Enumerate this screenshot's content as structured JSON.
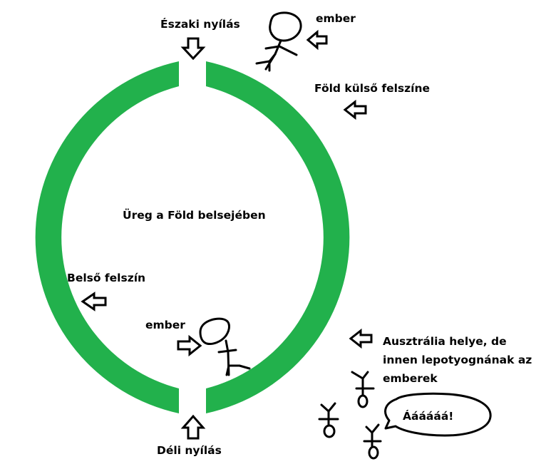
{
  "colors": {
    "ring": "#22b14c",
    "ink": "#000000",
    "background": "#ffffff"
  },
  "labels": {
    "north_opening": "Északi nyílás",
    "south_opening": "Déli nyílás",
    "person_top": "ember",
    "person_inner": "ember",
    "outer_surface": "Föld külső felszíne",
    "inner_surface": "Belső felszín",
    "cavity": "Üreg a Föld belsejében",
    "australia_line1": "Ausztrália helye, de",
    "australia_line2": "innen lepotyognának az",
    "australia_line3": "emberek",
    "speech": "Áááááá!"
  },
  "icons": [
    "arrow-down-icon",
    "arrow-up-icon",
    "arrow-left-icon",
    "arrow-right-icon",
    "stick-figure-icon",
    "speech-bubble-icon"
  ]
}
